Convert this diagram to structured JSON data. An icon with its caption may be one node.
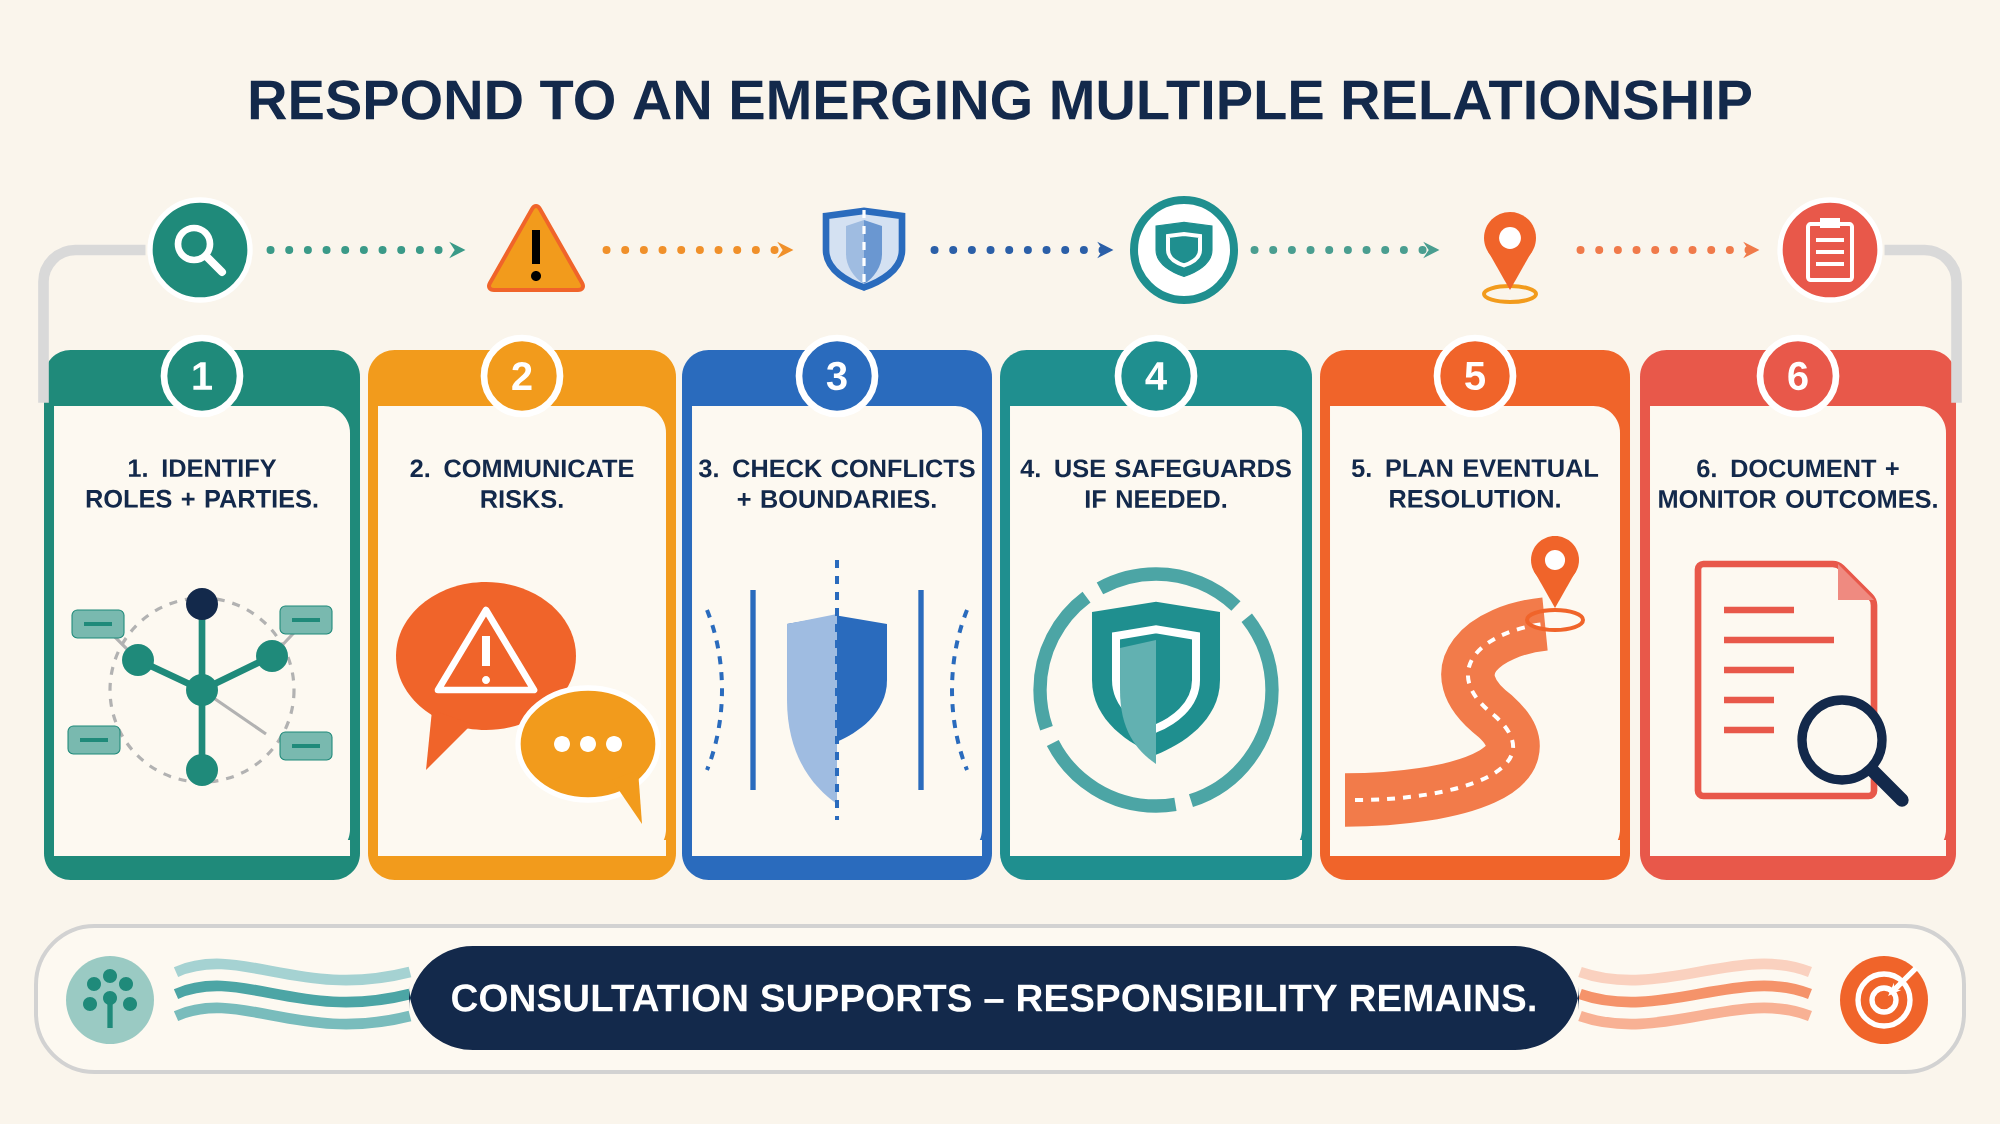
{
  "diagram": {
    "title": "RESPOND TO AN EMERGING MULTIPLE RELATIONSHIP",
    "nodes": [
      {
        "text": [],
        "shape": "picture"
      },
      {
        "text": [],
        "shape": "picture"
      },
      {
        "text": [],
        "shape": "picture"
      },
      {
        "text": [],
        "shape": "picture"
      },
      {
        "text": [],
        "shape": "picture"
      },
      {
        "text": [],
        "shape": "picture"
      },
      {
        "text": [
          "1",
          "1. IDENTIFY ROLES + PARTIES."
        ]
      },
      {
        "text": [
          "2",
          "2. COMMUNICATE RISKS."
        ]
      },
      {
        "text": [
          "3",
          "3. CHECK CONFLICTS + BOUNDARIES."
        ]
      },
      {
        "text": [
          "4",
          "4. USE SAFEGUARDS IF NEEDED."
        ]
      },
      {
        "text": [
          "5",
          "5. PLAN EVENTUAL RESOLUTION."
        ]
      },
      {
        "text": [
          "6",
          "6. DOCUMENT + MONITOR OUTCOMES."
        ]
      },
      {
        "text": [
          "CONSULTATION SUPPORTS – RESPONSIBILITY REMAINS."
        ]
      }
    ],
    "edges": [
      {
        "from": 0,
        "to": 1,
        "arrow": "to",
        "style": "dashed",
        "color": "#3a9a88"
      },
      {
        "from": 1,
        "to": 2,
        "arrow": "to",
        "style": "dashed",
        "color": "#f0902a"
      },
      {
        "from": 2,
        "to": 3,
        "arrow": "to",
        "style": "dashed",
        "color": "#2b5fa8"
      },
      {
        "from": 3,
        "to": 4,
        "arrow": "to",
        "style": "dashed",
        "color": "#4a9e90"
      },
      {
        "from": 4,
        "to": 5,
        "arrow": "to",
        "style": "dashed",
        "color": "#f07a4a"
      },
      {
        "from": 0,
        "to": 6,
        "arrow": "none"
      },
      {
        "from": 5,
        "to": 11,
        "arrow": "none"
      }
    ]
  }
}
